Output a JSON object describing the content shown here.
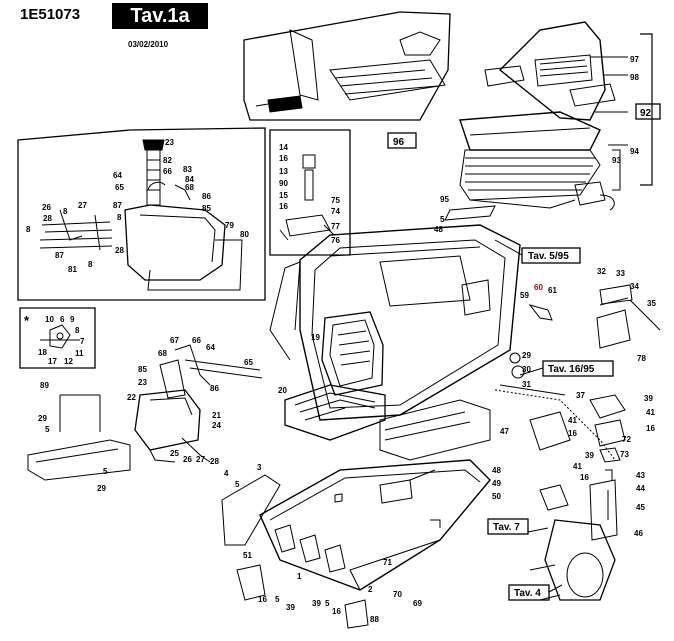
{
  "header": {
    "code": "1E51073",
    "table": "Tav.1a",
    "date": "03/02/2010"
  },
  "callouts": {
    "c1": "1",
    "c2": "2",
    "c3": "3",
    "c4": "4",
    "c5": "5",
    "c5b": "5",
    "c5c": "5",
    "c5d": "5",
    "c5e": "5",
    "c5f": "5",
    "c6": "6",
    "c7": "7",
    "c8": "8",
    "c8b": "8",
    "c8c": "8",
    "c8d": "8",
    "c8e": "8",
    "c9": "9",
    "c10": "10",
    "c11": "11",
    "c12": "12",
    "c13": "13",
    "c14": "14",
    "c15": "15",
    "c16": "16",
    "c16b": "16",
    "c16c": "16",
    "c16d": "16",
    "c17": "17",
    "c18": "18",
    "c19": "19",
    "c20": "20",
    "c21": "21",
    "c22": "22",
    "c23": "23",
    "c23b": "23",
    "c24": "24",
    "c25": "25",
    "c26": "26",
    "c26b": "26",
    "c27": "27",
    "c27b": "27",
    "c28": "28",
    "c28b": "28",
    "c29": "29",
    "c29b": "29",
    "c29c": "29",
    "c30": "30",
    "c31": "31",
    "c32": "32",
    "c33": "33",
    "c34": "34",
    "c35": "35",
    "c37": "37",
    "c39": "39",
    "c39b": "39",
    "c39c": "39",
    "c39d": "39",
    "c41": "41",
    "c41b": "41",
    "c41c": "41",
    "c43": "43",
    "c44": "44",
    "c45": "45",
    "c46": "46",
    "c47": "47",
    "c48": "48",
    "c48b": "48",
    "c49": "49",
    "c50": "50",
    "c51": "51",
    "c59": "59",
    "c60": "60",
    "c61": "61",
    "c64": "64",
    "c64b": "64",
    "c65": "65",
    "c65b": "65",
    "c66": "66",
    "c66b": "66",
    "c67": "67",
    "c68": "68",
    "c68b": "68",
    "c69": "69",
    "c70": "70",
    "c71": "71",
    "c72": "72",
    "c73": "73",
    "c74": "74",
    "c75": "75",
    "c76": "76",
    "c77": "77",
    "c78": "78",
    "c79": "79",
    "c80": "80",
    "c81": "81",
    "c82": "82",
    "c83": "83",
    "c84": "84",
    "c85": "85",
    "c85b": "85",
    "c86": "86",
    "c86b": "86",
    "c87": "87",
    "c87b": "87",
    "c88": "88",
    "c89": "89",
    "c90": "90",
    "c92": "92",
    "c93": "93",
    "c94": "94",
    "c95": "95",
    "c96": "96",
    "c97": "97",
    "c98": "98"
  },
  "references": {
    "tav_5_95": "Tav. 5/95",
    "tav_16_95": "Tav.  16/95",
    "tav_7": "Tav. 7",
    "tav_4": "Tav. 4",
    "variant_marker": "*"
  },
  "colors": {
    "line": "#000000",
    "highlight": "#cc0000"
  }
}
